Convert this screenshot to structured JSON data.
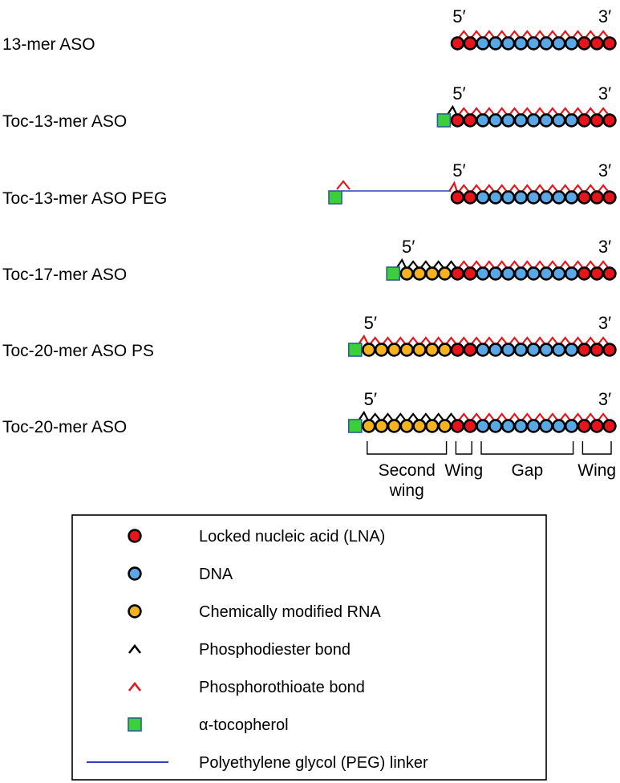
{
  "colors": {
    "lna": "#e8141b",
    "dna": "#5aa7e6",
    "rna": "#f5b21f",
    "po_bond": "#000000",
    "ps_bond": "#e8141b",
    "tocopherol": "#3ccf3c",
    "peg": "#2f3fbf"
  },
  "constructs": [
    {
      "label": "13-mer ASO",
      "five_prime": "5′",
      "three_prime": "3′",
      "sequence": "LLDDDDDDDDLLL",
      "bonds": "SSSSSSSSSSSS",
      "toc": false,
      "peg": false,
      "toc_bond": ""
    },
    {
      "label": "Toc-13-mer ASO",
      "five_prime": "5′",
      "three_prime": "3′",
      "sequence": "LLDDDDDDDDLLL",
      "bonds": "SSSSSSSSSSSS",
      "toc": true,
      "peg": false,
      "toc_bond": "O"
    },
    {
      "label": "Toc-13-mer ASO PEG",
      "five_prime": "5′",
      "three_prime": "3′",
      "sequence": "LLDDDDDDDDLLL",
      "bonds": "SSSSSSSSSSSS",
      "toc": true,
      "peg": true,
      "toc_bond": "S"
    },
    {
      "label": "Toc-17-mer ASO",
      "five_prime": "5′",
      "three_prime": "3′",
      "sequence": "RRRRLLDDDDDDDDLLL",
      "bonds": "OOOOSSSSSSSSSSSS",
      "toc": true,
      "peg": false,
      "toc_bond": "O"
    },
    {
      "label": "Toc-20-mer ASO PS",
      "five_prime": "5′",
      "three_prime": "3′",
      "sequence": "RRRRRRRLLDDDDDDDDLLL",
      "bonds": "SSSSSSSSSSSSSSSSSSS",
      "toc": true,
      "peg": false,
      "toc_bond": "S"
    },
    {
      "label": "Toc-20-mer ASO",
      "five_prime": "5′",
      "three_prime": "3′",
      "sequence": "RRRRRRRLLDDDDDDDDLLL",
      "bonds": "OOOOOOOSSSSSSSSSSSS",
      "toc": true,
      "peg": false,
      "toc_bond": "O"
    }
  ],
  "segments": [
    {
      "label_lines": [
        "Second",
        "wing"
      ]
    },
    {
      "label_lines": [
        "Wing"
      ]
    },
    {
      "label_lines": [
        "Gap"
      ]
    },
    {
      "label_lines": [
        "Wing"
      ]
    }
  ],
  "legend": {
    "items": [
      {
        "symbol": "lna-circle",
        "label": "Locked nucleic acid (LNA)"
      },
      {
        "symbol": "dna-circle",
        "label": "DNA"
      },
      {
        "symbol": "rna-circle",
        "label": "Chemically modified RNA"
      },
      {
        "symbol": "phosphodiester-caret",
        "label": "Phosphodiester bond"
      },
      {
        "symbol": "phosphorothioate-caret",
        "label": "Phosphorothioate bond"
      },
      {
        "symbol": "tocopherol-square",
        "label": "α-tocopherol"
      },
      {
        "symbol": "peg-line",
        "label": "Polyethylene glycol (PEG) linker"
      }
    ]
  }
}
